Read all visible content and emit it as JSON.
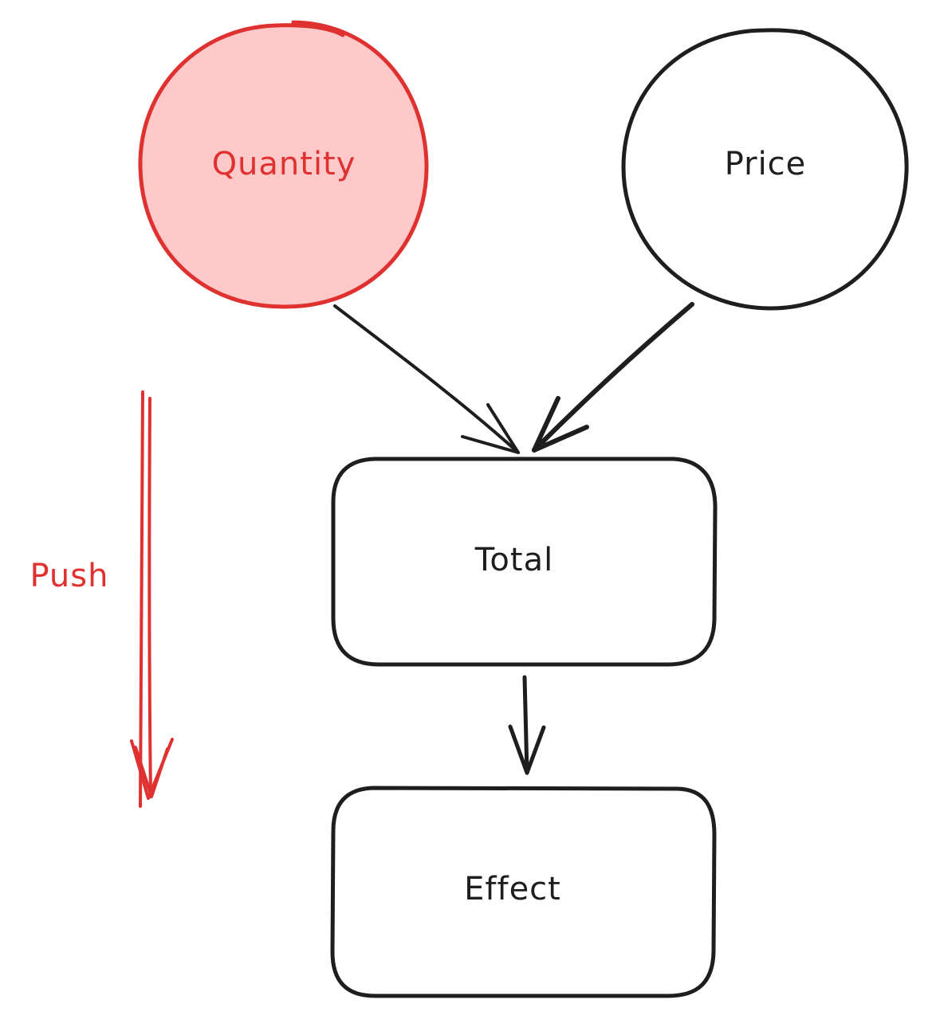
{
  "colors": {
    "red": "#e03131",
    "red_fill": "#ffc9c9",
    "black": "#1e1e1e",
    "background": "#ffffff"
  },
  "nodes": {
    "quantity": {
      "label": "Quantity",
      "shape": "circle"
    },
    "price": {
      "label": "Price",
      "shape": "circle"
    },
    "total": {
      "label": "Total",
      "shape": "rounded-rectangle"
    },
    "effect": {
      "label": "Effect",
      "shape": "rounded-rectangle"
    }
  },
  "edges": [
    {
      "from": "Quantity",
      "to": "Total"
    },
    {
      "from": "Price",
      "to": "Total"
    },
    {
      "from": "Total",
      "to": "Effect"
    }
  ],
  "annotation": {
    "label": "Push",
    "direction": "down"
  }
}
